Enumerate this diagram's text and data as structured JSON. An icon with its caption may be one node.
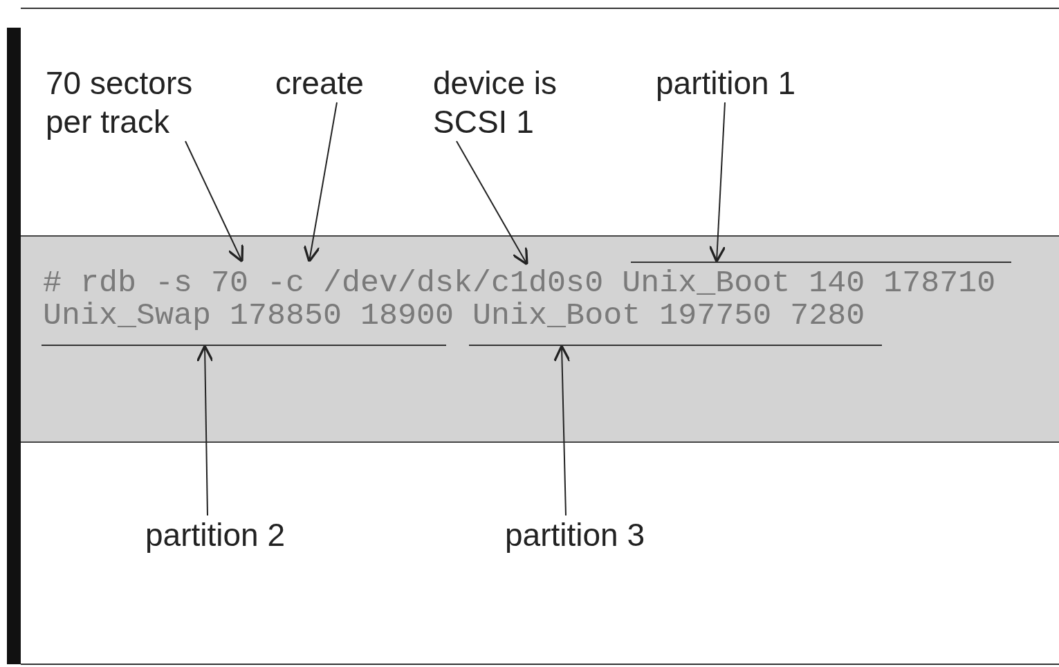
{
  "diagram": {
    "nodes": [
      {
        "text": [
          "# rdb -s 70 -c /dev/dsk/c1d0s0 Unix_Boot 140 178710 Unix_Swap 178850 18900 Unix_Boot 197750 7280"
        ]
      },
      {
        "text": [
          "70 sectors per track"
        ]
      },
      {
        "text": [
          "create"
        ]
      },
      {
        "text": [
          "device is SCSI 1"
        ]
      },
      {
        "text": [
          "partition 1"
        ]
      },
      {
        "text": [],
        "shape": "bar",
        "in": 0
      },
      {
        "text": [
          "partition 2"
        ]
      },
      {
        "text": [],
        "shape": "bar",
        "in": 0
      },
      {
        "text": [
          "partition 3"
        ]
      },
      {
        "text": [],
        "shape": "bar",
        "in": 0
      }
    ],
    "edges": [
      {
        "from": 1,
        "to": 0,
        "arrow": "to"
      },
      {
        "from": 2,
        "to": 0,
        "arrow": "to"
      },
      {
        "from": 3,
        "to": 0,
        "arrow": "to"
      },
      {
        "from": 4,
        "to": 5,
        "arrow": "to"
      },
      {
        "from": 6,
        "to": 7,
        "arrow": "to"
      },
      {
        "from": 8,
        "to": 9,
        "arrow": "to"
      }
    ]
  }
}
